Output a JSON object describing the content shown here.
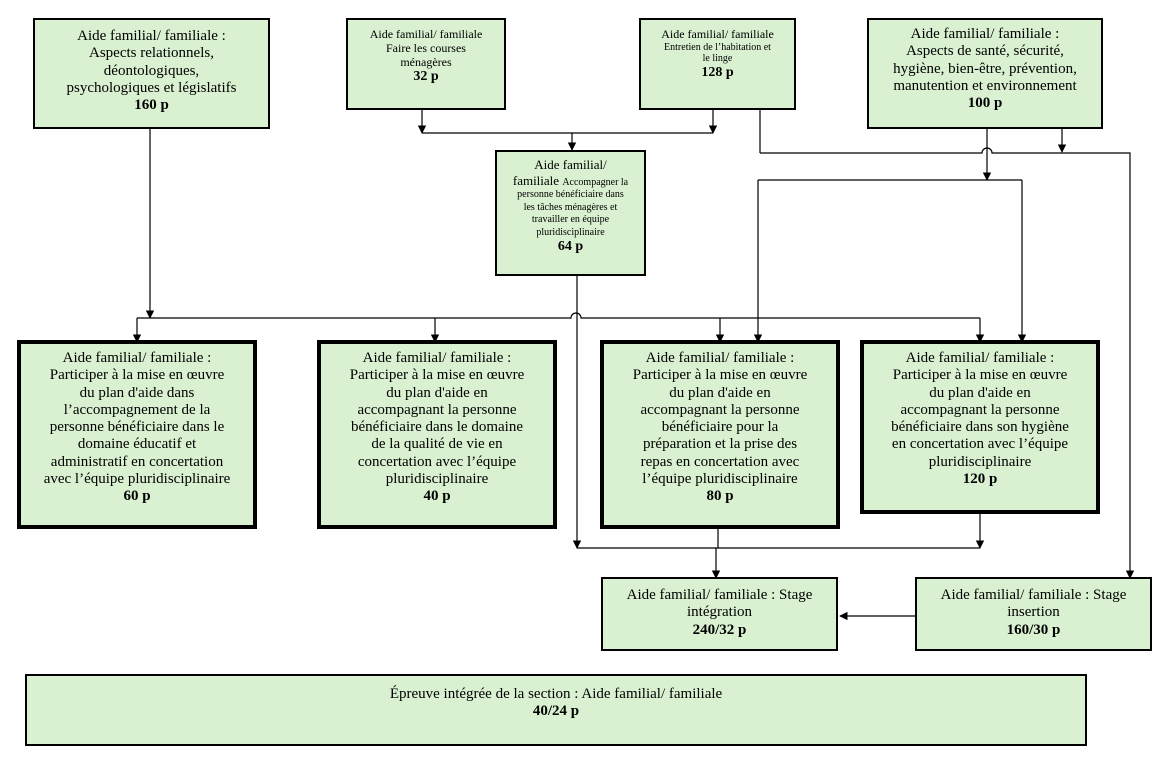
{
  "nodes": {
    "relationnels": {
      "text": "Aide familial/ familiale :\nAspects relationnels,\ndéontologiques,\npsychologiques et législatifs",
      "hours": "160 p"
    },
    "courses": {
      "text": "Aide familial/ familiale\nFaire les courses\nménagères",
      "hours": "32 p"
    },
    "entretien": {
      "text_line1": "Aide familial/ familiale",
      "text_line2": "Entretien de l’habitation et\nle linge",
      "hours": "128 p"
    },
    "sante": {
      "text": "Aide familial/ familiale :\nAspects de santé, sécurité,\nhygiène, bien-être, prévention,\nmanutention et environnement",
      "hours": "100 p"
    },
    "taches": {
      "text_line1": "Aide familial/",
      "text_line2_a": "familiale ",
      "text_line2_b": "Accompagner la\npersonne bénéficiaire dans\nles tâches ménagères et\ntravailler en équipe\npluridisciplinaire",
      "hours": "64 p"
    },
    "educatif": {
      "text": "Aide familial/ familiale :\nParticiper à la mise en œuvre\ndu plan d'aide dans\nl’accompagnement de la\npersonne bénéficiaire dans le\ndomaine éducatif et\nadministratif en concertation\navec l’équipe pluridisciplinaire",
      "hours": "60 p"
    },
    "qualite": {
      "text": "Aide familial/ familiale :\nParticiper à la mise en œuvre\ndu plan d'aide en\naccompagnant la personne\nbénéficiaire dans le domaine\nde la qualité de vie en\nconcertation avec l’équipe\npluridisciplinaire",
      "hours": "40 p"
    },
    "repas": {
      "text": "Aide familial/ familiale :\nParticiper à la mise en œuvre\ndu plan d'aide en\naccompagnant la personne\nbénéficiaire pour la\npréparation et la prise des\nrepas en concertation avec\nl’équipe pluridisciplinaire",
      "hours": "80 p"
    },
    "hygiene": {
      "text": "Aide familial/ familiale :\nParticiper à la mise en œuvre\ndu plan d'aide en\naccompagnant la personne\nbénéficiaire dans son hygiène\nen concertation avec l’équipe\npluridisciplinaire",
      "hours": "120 p"
    },
    "stage_integration": {
      "text": "Aide familial/ familiale : Stage\nintégration",
      "hours": "240/32 p"
    },
    "stage_insertion": {
      "text": "Aide familial/ familiale : Stage\ninsertion",
      "hours": "160/30 p"
    },
    "epreuve": {
      "text": "Épreuve intégrée de la section : Aide familial/ familiale",
      "hours": "40/24 p"
    }
  },
  "colors": {
    "box_fill": "#d9f1d1",
    "border": "#000000",
    "line": "#000000"
  }
}
